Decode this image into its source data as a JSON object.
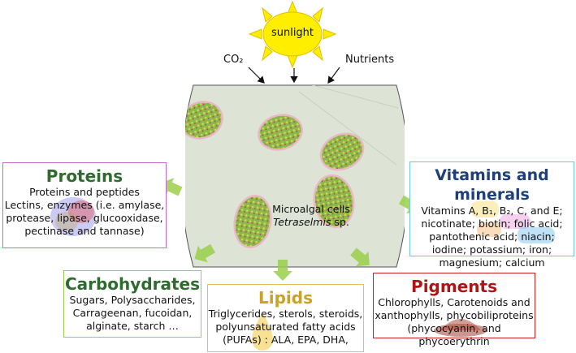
{
  "sun": {
    "label": "sunlight"
  },
  "inputs": {
    "co2": "CO₂",
    "nutrients": "Nutrients"
  },
  "cells": {
    "line1": "Microalgal cells",
    "species": "Tetraselmis",
    "suffix": " sp."
  },
  "proteins": {
    "title": "Proteins",
    "lines": [
      "Proteins and peptides",
      "Lectins, enzymes (i.e. amylase,",
      "protease, lipase, glucooxidase,",
      "pectinase and tannase)"
    ]
  },
  "vitamins": {
    "title": "Vitamins and minerals",
    "lines": [
      "Vitamins A, B₁, B₂, C, and E;",
      "nicotinate; biotin; folic acid;",
      "pantothenic acid; niacin;",
      "iodine; potassium; iron;",
      "magnesium; calcium"
    ]
  },
  "carbohydrates": {
    "title": "Carbohydrates",
    "lines": [
      "Sugars, Polysaccharides,",
      "Carrageenan, fucoidan,",
      "alginate, starch …"
    ]
  },
  "lipids": {
    "title": "Lipids",
    "lines": [
      "Triglycerides, sterols, steroids,",
      "polyunsaturated fatty acids",
      "(PUFAs) : ALA, EPA, DHA,"
    ]
  },
  "pigments": {
    "title": "Pigments",
    "lines": [
      "Chlorophylls, Carotenoids and",
      "xanthophylls, phycobiliproteins",
      "(phycocyanin, and phycoerythrin"
    ]
  },
  "colors": {
    "proteins_title": "#2e6b2e",
    "vitamins_title": "#1f3f7a",
    "carbohydrates_title": "#2e6b2e",
    "lipids_title": "#c9a227",
    "pigments_title": "#b01515",
    "arrow": "#9bcf4a",
    "sun": "#ffee00"
  }
}
